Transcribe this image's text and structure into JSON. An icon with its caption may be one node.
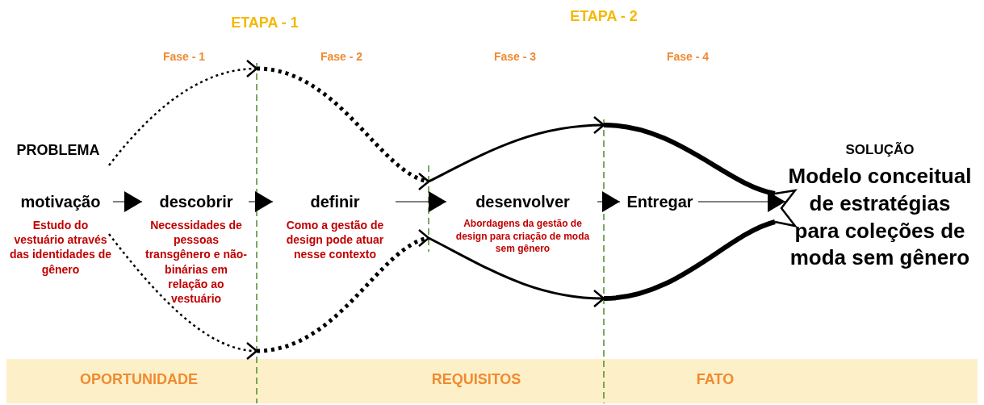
{
  "diagram": {
    "nodes": [
      {
        "text": [
          "motivação",
          "Estudo do vestuário através das identidades de gênero"
        ]
      },
      {
        "text": [
          "descobrir",
          "Necessidades de pessoas transgênero e não-binárias em relação ao vestuário"
        ]
      },
      {
        "text": [
          "definir",
          "Como a gestão de design pode atuar nesse contexto"
        ]
      },
      {
        "text": [
          "desenvolver",
          "Abordagens da gestão de design para criação de moda sem gênero"
        ]
      },
      {
        "text": [
          "Entregar"
        ]
      },
      {
        "text": [
          "SOLUÇÃO",
          "Modelo conceitual de estratégias para coleções de moda sem gênero"
        ]
      }
    ],
    "edges": [
      {
        "from": 0,
        "to": 1,
        "arrow": "to"
      },
      {
        "from": 1,
        "to": 2,
        "arrow": "to"
      },
      {
        "from": 2,
        "to": 3,
        "arrow": "to"
      },
      {
        "from": 3,
        "to": 4,
        "arrow": "to"
      },
      {
        "from": 4,
        "to": 5,
        "arrow": "to"
      }
    ],
    "labels": [
      "ETAPA - 1",
      "ETAPA - 2",
      "Fase - 1",
      "Fase - 2",
      "Fase - 3",
      "Fase - 4",
      "PROBLEMA",
      "OPORTUNIDADE",
      "REQUISITOS",
      "FATO"
    ]
  }
}
